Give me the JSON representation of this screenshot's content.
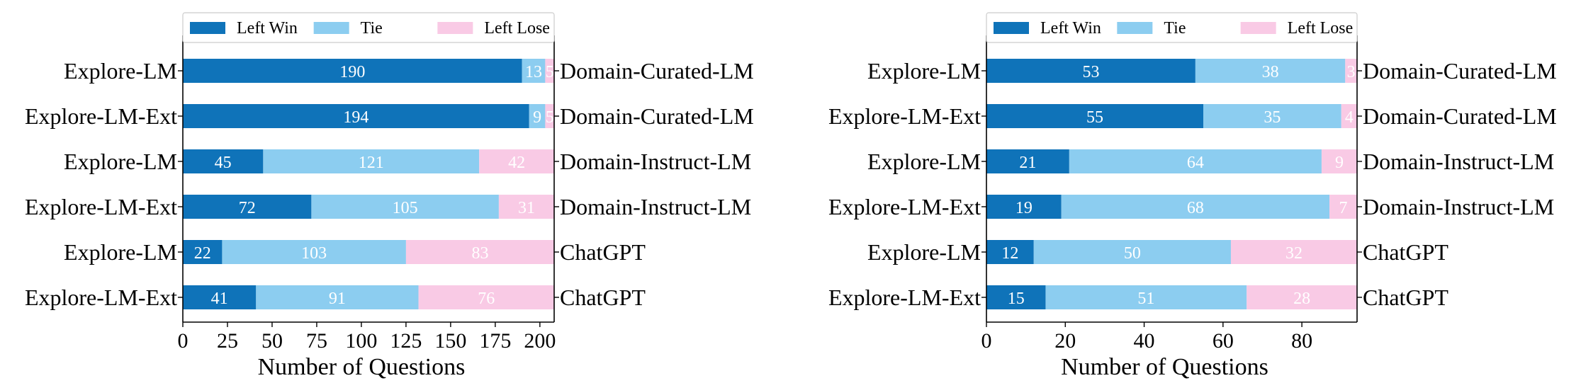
{
  "chart_data": [
    {
      "type": "bar",
      "orientation": "horizontal",
      "stacked": true,
      "left_categories": [
        "Explore-LM",
        "Explore-LM-Ext",
        "Explore-LM",
        "Explore-LM-Ext",
        "Explore-LM",
        "Explore-LM-Ext"
      ],
      "right_categories": [
        "Domain-Curated-LM",
        "Domain-Curated-LM",
        "Domain-Instruct-LM",
        "Domain-Instruct-LM",
        "ChatGPT",
        "ChatGPT"
      ],
      "series": [
        {
          "name": "Left Win",
          "values": [
            190,
            194,
            45,
            72,
            22,
            41
          ]
        },
        {
          "name": "Tie",
          "values": [
            13,
            9,
            121,
            105,
            103,
            91
          ]
        },
        {
          "name": "Left Lose",
          "values": [
            5,
            5,
            42,
            31,
            83,
            76
          ]
        }
      ],
      "xlabel": "Number of Questions",
      "xlim": [
        0,
        208
      ],
      "xticks": [
        0,
        25,
        50,
        75,
        100,
        125,
        150,
        175,
        200
      ],
      "legend_position": "top"
    },
    {
      "type": "bar",
      "orientation": "horizontal",
      "stacked": true,
      "left_categories": [
        "Explore-LM",
        "Explore-LM-Ext",
        "Explore-LM",
        "Explore-LM-Ext",
        "Explore-LM",
        "Explore-LM-Ext"
      ],
      "right_categories": [
        "Domain-Curated-LM",
        "Domain-Curated-LM",
        "Domain-Instruct-LM",
        "Domain-Instruct-LM",
        "ChatGPT",
        "ChatGPT"
      ],
      "series": [
        {
          "name": "Left Win",
          "values": [
            53,
            55,
            21,
            19,
            12,
            15
          ]
        },
        {
          "name": "Tie",
          "values": [
            38,
            35,
            64,
            68,
            50,
            51
          ]
        },
        {
          "name": "Left Lose",
          "values": [
            3,
            4,
            9,
            7,
            32,
            28
          ]
        }
      ],
      "xlabel": "Number of Questions",
      "xlim": [
        0,
        94
      ],
      "xticks": [
        0,
        20,
        40,
        60,
        80
      ],
      "legend_position": "top"
    }
  ],
  "colors": {
    "left_win": "#0f73b9",
    "tie": "#8ccdf0",
    "left_lose": "#f9cae5",
    "axis": "#000000"
  }
}
